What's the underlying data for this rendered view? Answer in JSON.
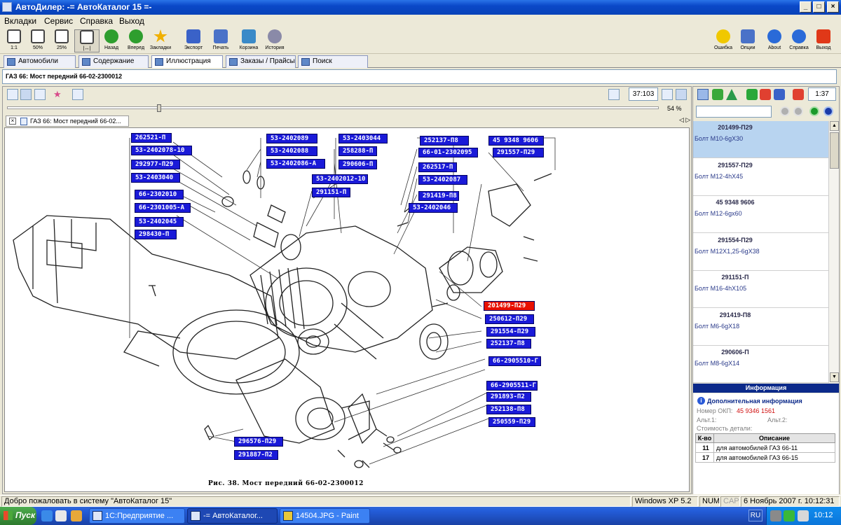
{
  "window": {
    "title": "АвтоДилер: -= АвтоКаталог 15 =-",
    "buttons": {
      "minimize": "_",
      "maximize": "□",
      "close": "×"
    }
  },
  "menu": [
    "Вкладки",
    "Сервис",
    "Справка",
    "Выход"
  ],
  "toolbar": {
    "zoom_buttons": [
      {
        "label": "1:1",
        "icon": "zoom-actual-icon"
      },
      {
        "label": "50%",
        "icon": "zoom-50-icon"
      },
      {
        "label": "25%",
        "icon": "zoom-25-icon"
      },
      {
        "label": "|↔|",
        "icon": "fit-width-icon"
      }
    ],
    "buttons": [
      {
        "label": "Назад",
        "icon": "back-arrow-icon",
        "color": "#2e9e2e"
      },
      {
        "label": "Вперед",
        "icon": "forward-arrow-icon",
        "color": "#2e9e2e"
      },
      {
        "label": "Закладки",
        "icon": "star-icon",
        "color": "#f0b000"
      },
      {
        "label": "Экспорт",
        "icon": "export-icon",
        "color": "#3a62c8"
      },
      {
        "label": "Печать",
        "icon": "printer-icon",
        "color": "#4a72c8"
      },
      {
        "label": "Корзина",
        "icon": "cart-icon",
        "color": "#3a8ac8"
      },
      {
        "label": "История",
        "icon": "history-icon",
        "color": "#8a8aa8"
      }
    ],
    "right_buttons": [
      {
        "label": "Ошибка",
        "icon": "error-smiley-icon",
        "color": "#f0c800"
      },
      {
        "label": "Опции",
        "icon": "options-icon",
        "color": "#4a72c8"
      },
      {
        "label": "About",
        "icon": "info-icon",
        "color": "#2a6ad8"
      },
      {
        "label": "Справка",
        "icon": "help-icon",
        "color": "#2a6ad8"
      },
      {
        "label": "Выход",
        "icon": "exit-icon",
        "color": "#e03818"
      }
    ]
  },
  "tabs": [
    {
      "label": "Автомобили",
      "active": false
    },
    {
      "label": "Содержание",
      "active": false
    },
    {
      "label": "Иллюстрация",
      "active": true
    },
    {
      "label": "Заказы / Прайсы",
      "active": false
    },
    {
      "label": "Поиск",
      "active": false
    }
  ],
  "breadcrumb": "ГАЗ 66: Мост передний 66-02-2300012",
  "viewer": {
    "counter": "37:103",
    "zoom": "54 %",
    "doc_tab": "ГАЗ 66: Мост передний 66-02...",
    "tab_arrows": "◁ ▷",
    "caption": "Рис. 38. Мост передний 66-02-2300012",
    "part_labels": [
      {
        "text": "262521-П",
        "selected": false
      },
      {
        "text": "53-2402078-10",
        "selected": false
      },
      {
        "text": "292977-П29",
        "selected": false
      },
      {
        "text": "53-2403040",
        "selected": false
      },
      {
        "text": "66-2302010",
        "selected": false
      },
      {
        "text": "66-2301005-А",
        "selected": false
      },
      {
        "text": "53-2402045",
        "selected": false
      },
      {
        "text": "298430-П",
        "selected": false
      },
      {
        "text": "53-2402089",
        "selected": false
      },
      {
        "text": "53-2402088",
        "selected": false
      },
      {
        "text": "53-2402086-А",
        "selected": false
      },
      {
        "text": "53-2403044",
        "selected": false
      },
      {
        "text": "258288-П",
        "selected": false
      },
      {
        "text": "290606-П",
        "selected": false
      },
      {
        "text": "53-2402012-10",
        "selected": false
      },
      {
        "text": "291151-П",
        "selected": false
      },
      {
        "text": "252137-П8",
        "selected": false
      },
      {
        "text": "66-01-2302095",
        "selected": false
      },
      {
        "text": "262517-П",
        "selected": false
      },
      {
        "text": "53-2402087",
        "selected": false
      },
      {
        "text": "291419-П8",
        "selected": false
      },
      {
        "text": "53-2402046",
        "selected": false
      },
      {
        "text": "45 9348 9606",
        "selected": false
      },
      {
        "text": "291557-П29",
        "selected": false
      },
      {
        "text": "201499-П29",
        "selected": true
      },
      {
        "text": "250612-П29",
        "selected": false
      },
      {
        "text": "291554-П29",
        "selected": false
      },
      {
        "text": "252137-П8",
        "selected": false
      },
      {
        "text": "66-2905510-Г",
        "selected": false
      },
      {
        "text": "66-2905511-Г",
        "selected": false
      },
      {
        "text": "291893-П2",
        "selected": false
      },
      {
        "text": "252138-П8",
        "selected": false
      },
      {
        "text": "250559-П29",
        "selected": false
      },
      {
        "text": "296576-П29",
        "selected": false
      },
      {
        "text": "291887-П2",
        "selected": false
      }
    ]
  },
  "parts_panel": {
    "page_counter": "1:37",
    "search_value": "",
    "items": [
      {
        "code": "201499-П29",
        "desc": "Болт М10-6gX30",
        "selected": true
      },
      {
        "code": "291557-П29",
        "desc": "Болт М12-4hX45",
        "selected": false
      },
      {
        "code": "45 9348 9606",
        "desc": "Болт М12-6gx60",
        "selected": false
      },
      {
        "code": "291554-П29",
        "desc": "Болт М12Х1,25-6gX38",
        "selected": false
      },
      {
        "code": "291151-П",
        "desc": "Болт М16-4hХ105",
        "selected": false
      },
      {
        "code": "291419-П8",
        "desc": "Болт М6-6gX18",
        "selected": false
      },
      {
        "code": "290606-П",
        "desc": "Болт М8-6gX14",
        "selected": false
      }
    ]
  },
  "info": {
    "header": "Информация",
    "title": "Дополнительная информация",
    "okp_label": "Номер ОКП:",
    "okp_value": "45 9346 1561",
    "alt1_label": "Альт.1:",
    "alt2_label": "Альт.2:",
    "cost_label": "Стоимость детали:",
    "table_headers": [
      "К-во",
      "Описание"
    ],
    "table_rows": [
      {
        "qty": "11",
        "desc": "для автомобилей ГАЗ 66-11"
      },
      {
        "qty": "17",
        "desc": "для автомобилей ГАЗ 66-15"
      }
    ]
  },
  "statusbar": {
    "message": "Добро пожаловать в систему \"АвтоКаталог 15\"",
    "os": "Windows XP 5.2",
    "num": "NUM",
    "caps": "CAPS",
    "datetime": "6 Ноябрь 2007 г. 10:12:31"
  },
  "taskbar": {
    "start": "Пуск",
    "windows": [
      {
        "label": "1С:Предприятие ...",
        "active": false
      },
      {
        "label": "-= АвтоКаталог...",
        "active": true
      },
      {
        "label": "14504.JPG - Paint",
        "active": false
      }
    ],
    "lang": "RU",
    "clock": "10:12"
  }
}
